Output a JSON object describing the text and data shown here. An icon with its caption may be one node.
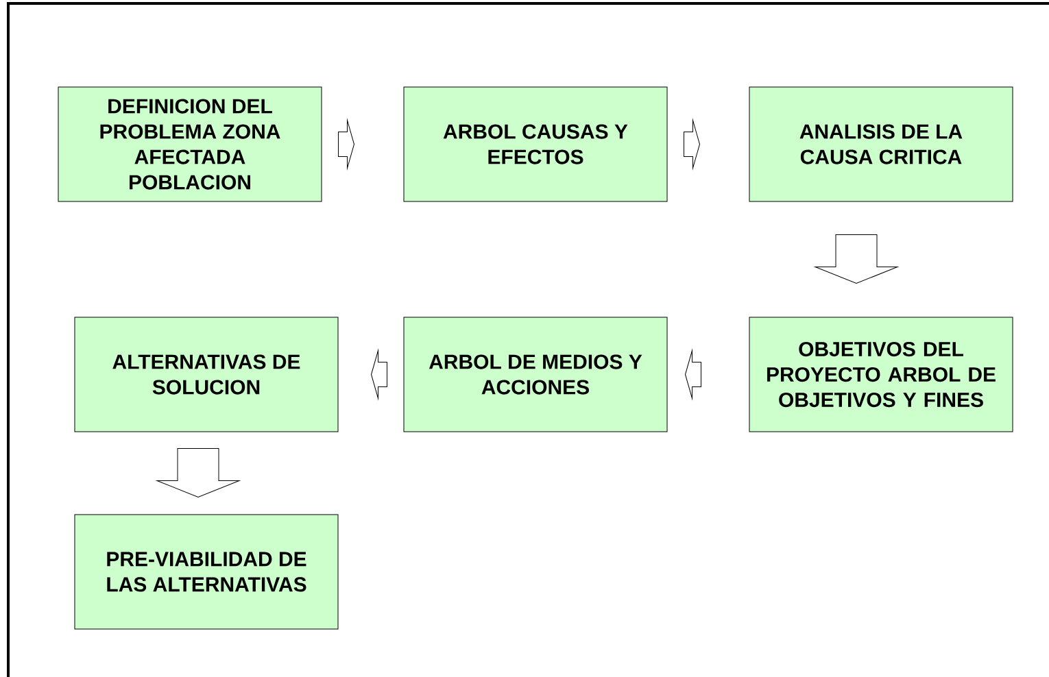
{
  "diagram": {
    "nodes": [
      {
        "text": [
          "DEFINICION DEL PROBLEMA ZONA AFECTADA POBLACION"
        ]
      },
      {
        "text": [
          "ARBOL CAUSAS Y EFECTOS"
        ]
      },
      {
        "text": [
          "ANALISIS DE LA CAUSA CRITICA"
        ]
      },
      {
        "text": [
          "OBJETIVOS DEL PROYECTO ARBOL DE OBJETIVOS Y FINES"
        ]
      },
      {
        "text": [
          "ARBOL DE MEDIOS Y ACCIONES"
        ]
      },
      {
        "text": [
          "ALTERNATIVAS DE SOLUCION"
        ]
      },
      {
        "text": [
          "PRE-VIABILIDAD DE LAS ALTERNATIVAS"
        ]
      }
    ],
    "edges": [
      {
        "from": 0,
        "to": 1,
        "arrow": "to"
      },
      {
        "from": 1,
        "to": 2,
        "arrow": "to"
      },
      {
        "from": 2,
        "to": 3,
        "arrow": "to"
      },
      {
        "from": 3,
        "to": 4,
        "arrow": "to"
      },
      {
        "from": 4,
        "to": 5,
        "arrow": "to"
      },
      {
        "from": 5,
        "to": 6,
        "arrow": "to"
      }
    ]
  }
}
